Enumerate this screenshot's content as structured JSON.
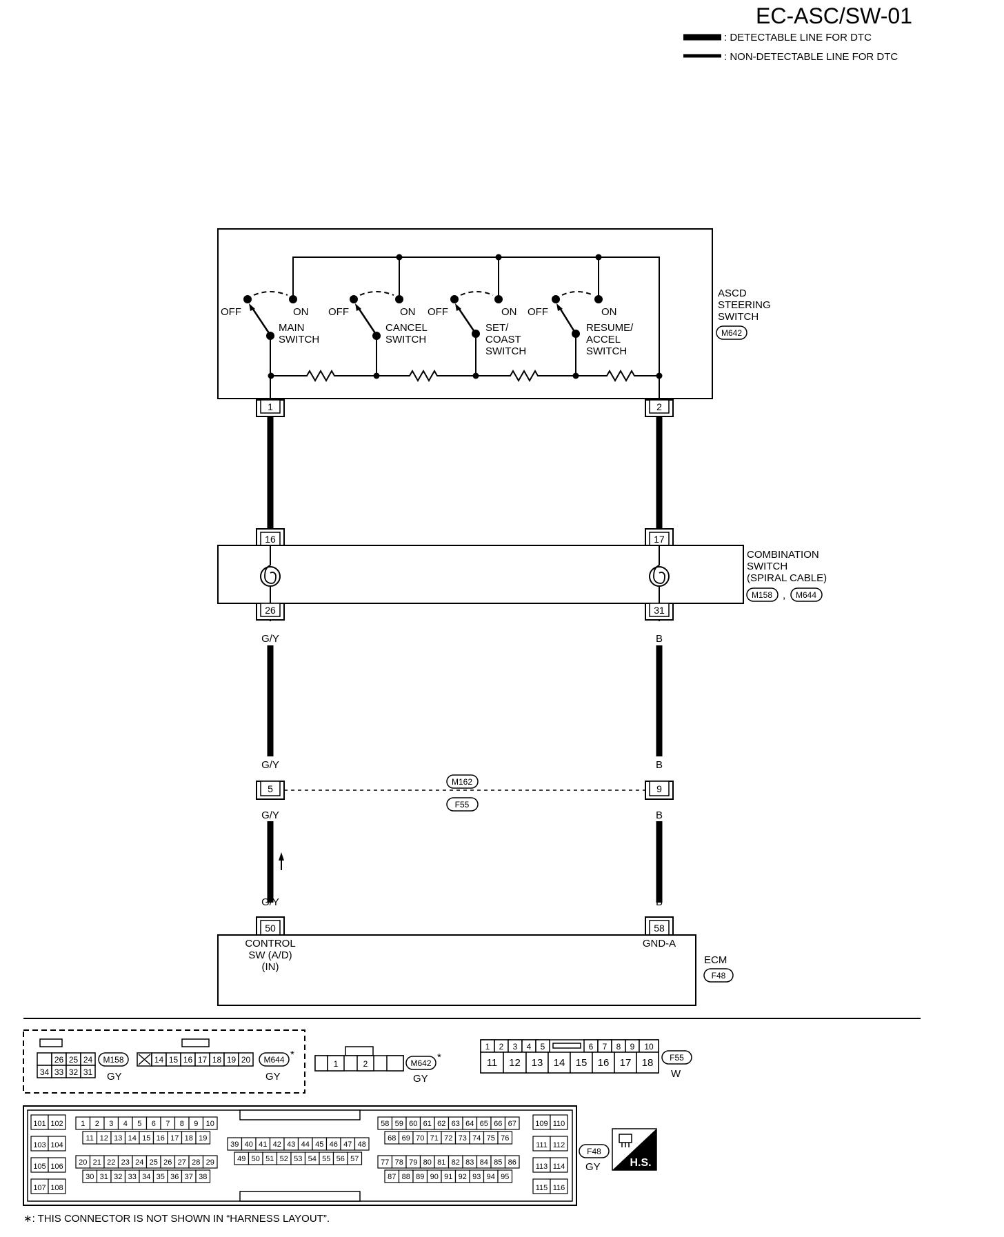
{
  "header": {
    "page_code": "EC-ASC/SW-01",
    "legend": {
      "detectable": ": DETECTABLE LINE FOR DTC",
      "non_detectable": ": NON-DETECTABLE LINE FOR DTC"
    }
  },
  "ascd_switch": {
    "label": [
      "ASCD",
      "STEERING",
      "SWITCH"
    ],
    "connector": "M642",
    "switches": [
      {
        "off": "OFF",
        "on": "ON",
        "name": [
          "MAIN",
          "SWITCH"
        ]
      },
      {
        "off": "OFF",
        "on": "ON",
        "name": [
          "CANCEL",
          "SWITCH"
        ]
      },
      {
        "off": "OFF",
        "on": "ON",
        "name": [
          "SET/",
          "COAST",
          "SWITCH"
        ]
      },
      {
        "off": "OFF",
        "on": "ON",
        "name": [
          "RESUME/",
          "ACCEL",
          "SWITCH"
        ]
      }
    ],
    "pins": [
      "1",
      "2"
    ]
  },
  "combination_switch": {
    "label": [
      "COMBINATION",
      "SWITCH",
      "(SPIRAL CABLE)"
    ],
    "connectors": [
      "M158",
      "M644"
    ],
    "separator": ",",
    "pins_top": [
      "16",
      "17"
    ],
    "pins_bottom": [
      "26",
      "31"
    ]
  },
  "wires": {
    "left_color": "G/Y",
    "right_color": "B"
  },
  "joint": {
    "pins": [
      "5",
      "9"
    ],
    "connectors": [
      "M162",
      "F55"
    ]
  },
  "ecm": {
    "label": "ECM",
    "connector": "F48",
    "pins": [
      "50",
      "58"
    ],
    "terminal_left": [
      "CONTROL",
      "SW (A/D)",
      "(IN)"
    ],
    "terminal_right": "GND-A"
  },
  "connector_views": {
    "m158": {
      "id": "M158",
      "color": "GY",
      "top_row": [
        "26",
        "25",
        "24"
      ],
      "bottom_row": [
        "34",
        "33",
        "32",
        "31"
      ]
    },
    "m644": {
      "id": "M644",
      "color": "GY",
      "star": "*",
      "cells": [
        "14",
        "15",
        "16",
        "17",
        "18",
        "19",
        "20"
      ]
    },
    "m642": {
      "id": "M642",
      "color": "GY",
      "star": "*",
      "cells": [
        "1",
        "2"
      ]
    },
    "f55": {
      "id": "F55",
      "color": "W",
      "top_left": [
        "1",
        "2",
        "3",
        "4",
        "5"
      ],
      "top_right": [
        "6",
        "7",
        "8",
        "9",
        "10"
      ],
      "bottom": [
        "11",
        "12",
        "13",
        "14",
        "15",
        "16",
        "17",
        "18"
      ]
    },
    "f48": {
      "id": "F48",
      "color": "GY",
      "col_a": [
        [
          "101",
          "102"
        ],
        [
          "103",
          "104"
        ],
        [
          "105",
          "106"
        ],
        [
          "107",
          "108"
        ]
      ],
      "b1": [
        "1",
        "2",
        "3",
        "4",
        "5",
        "6",
        "7",
        "8",
        "9",
        "10"
      ],
      "b2": [
        "11",
        "12",
        "13",
        "14",
        "15",
        "16",
        "17",
        "18",
        "19"
      ],
      "b3": [
        "20",
        "21",
        "22",
        "23",
        "24",
        "25",
        "26",
        "27",
        "28",
        "29"
      ],
      "b4": [
        "30",
        "31",
        "32",
        "33",
        "34",
        "35",
        "36",
        "37",
        "38"
      ],
      "c1": [
        "39",
        "40",
        "41",
        "42",
        "43",
        "44",
        "45",
        "46",
        "47",
        "48"
      ],
      "c2": [
        "49",
        "50",
        "51",
        "52",
        "53",
        "54",
        "55",
        "56",
        "57"
      ],
      "d1": [
        "58",
        "59",
        "60",
        "61",
        "62",
        "63",
        "64",
        "65",
        "66",
        "67"
      ],
      "d2": [
        "68",
        "69",
        "70",
        "71",
        "72",
        "73",
        "74",
        "75",
        "76"
      ],
      "d3": [
        "77",
        "78",
        "79",
        "80",
        "81",
        "82",
        "83",
        "84",
        "85",
        "86"
      ],
      "d4": [
        "87",
        "88",
        "89",
        "90",
        "91",
        "92",
        "93",
        "94",
        "95"
      ],
      "col_e": [
        [
          "109",
          "110"
        ],
        [
          "111",
          "112"
        ],
        [
          "113",
          "114"
        ],
        [
          "115",
          "116"
        ]
      ]
    },
    "hs_badge": "H.S."
  },
  "footnote": "∗: THIS CONNECTOR IS NOT SHOWN IN “HARNESS LAYOUT”."
}
